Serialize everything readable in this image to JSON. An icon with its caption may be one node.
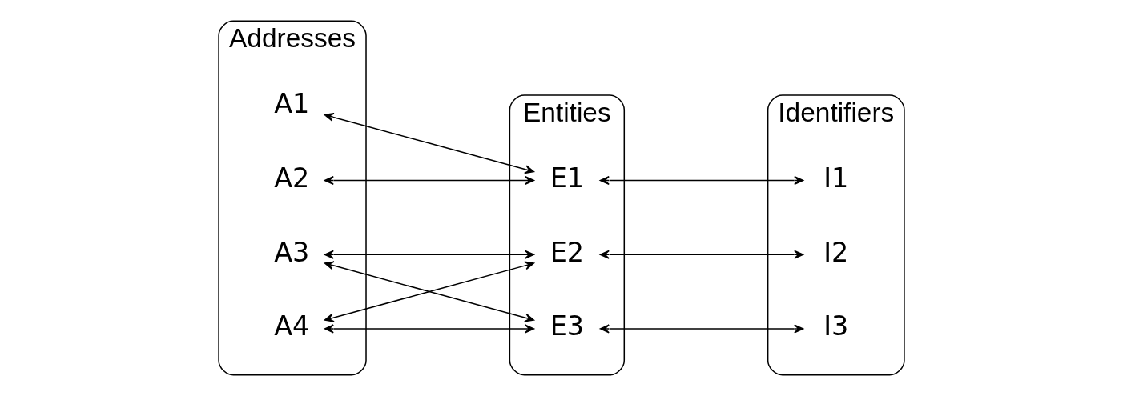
{
  "diagram": {
    "nodes": [
      {
        "text": [
          "Addresses"
        ]
      },
      {
        "text": [
          "A1"
        ],
        "in": 0
      },
      {
        "text": [
          "A2"
        ],
        "in": 0
      },
      {
        "text": [
          "A3"
        ],
        "in": 0
      },
      {
        "text": [
          "A4"
        ],
        "in": 0
      },
      {
        "text": [
          "Entities"
        ]
      },
      {
        "text": [
          "E1"
        ],
        "in": 5
      },
      {
        "text": [
          "E2"
        ],
        "in": 5
      },
      {
        "text": [
          "E3"
        ],
        "in": 5
      },
      {
        "text": [
          "Identifiers"
        ]
      },
      {
        "text": [
          "I1"
        ],
        "in": 9
      },
      {
        "text": [
          "I2"
        ],
        "in": 9
      },
      {
        "text": [
          "I3"
        ],
        "in": 9
      }
    ],
    "edges": [
      {
        "from": 1,
        "to": 6,
        "arrow": "both"
      },
      {
        "from": 2,
        "to": 6,
        "arrow": "both"
      },
      {
        "from": 3,
        "to": 7,
        "arrow": "both"
      },
      {
        "from": 4,
        "to": 7,
        "arrow": "both"
      },
      {
        "from": 3,
        "to": 8,
        "arrow": "both"
      },
      {
        "from": 4,
        "to": 8,
        "arrow": "both"
      },
      {
        "from": 6,
        "to": 10,
        "arrow": "both"
      },
      {
        "from": 7,
        "to": 11,
        "arrow": "both"
      },
      {
        "from": 8,
        "to": 12,
        "arrow": "both"
      }
    ]
  }
}
